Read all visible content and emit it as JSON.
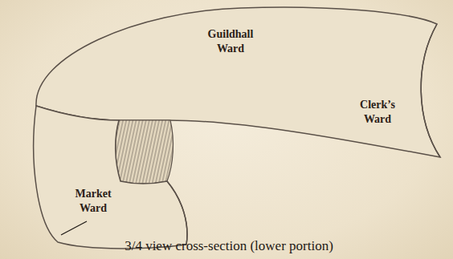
{
  "diagram": {
    "caption": "3/4 view cross-section (lower portion)",
    "labels": [
      "Guildhall Ward",
      "Clerk’s Ward",
      "Market Ward"
    ]
  }
}
